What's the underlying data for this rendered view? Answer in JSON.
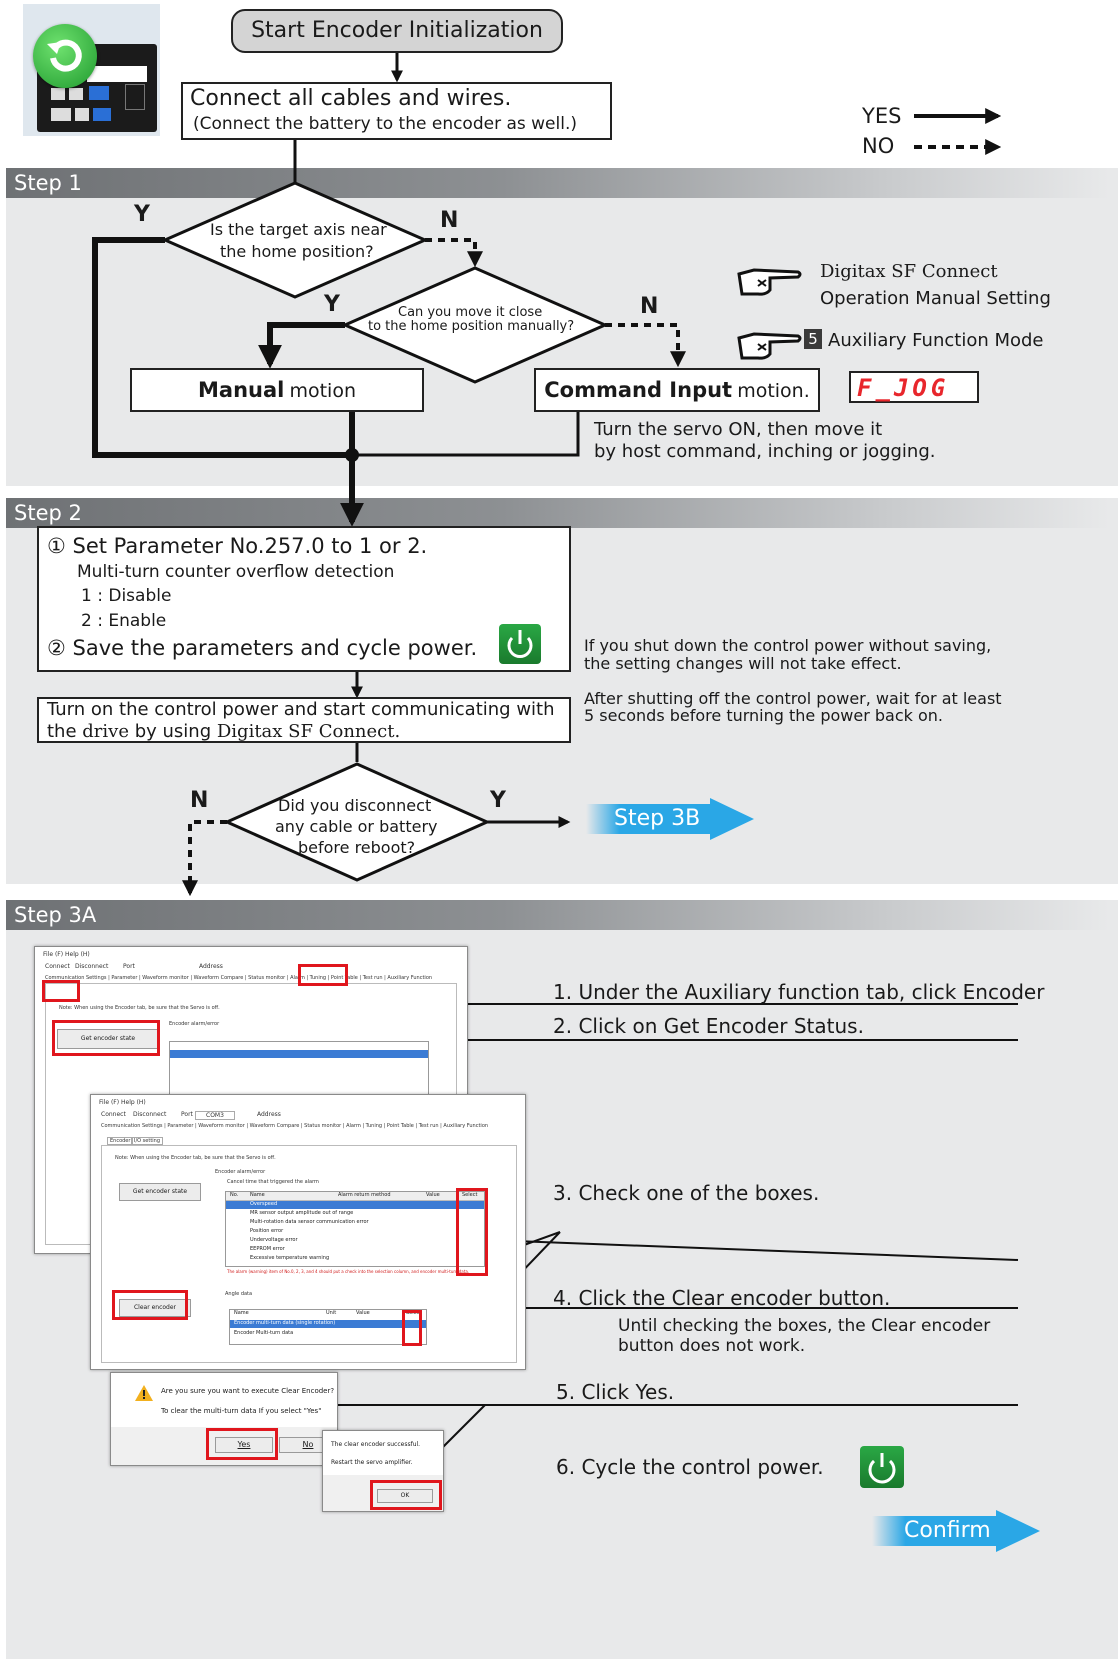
{
  "start_label": "Start Encoder Initialization",
  "connect_line1": "Connect all cables and wires.",
  "connect_line2": "(Connect the battery to the encoder as well.)",
  "legend": {
    "yes": "YES",
    "no": "NO"
  },
  "step1": {
    "title": "Step 1",
    "q1_line1": "Is the target axis near",
    "q1_line2": "the home position?",
    "q1_yes": "Y",
    "q1_no": "N",
    "q2_line1": "Can you move it close",
    "q2_line2": "to the home position manually?",
    "q2_yes": "Y",
    "q2_no": "N",
    "manual_bold": "Manual",
    "manual_rest": "motion",
    "command_bold": "Command Input",
    "command_rest": "motion.",
    "turn_line1": "Turn the servo ON, then move it",
    "turn_line2": "by host command, inching or jogging.",
    "ref1_line1": "Digitax SF Connect",
    "ref1_line2": "Operation Manual Setting",
    "ref2_num": "5",
    "ref2_text": "Auxiliary Function Mode",
    "display_text": "F_JOG"
  },
  "step2": {
    "title": "Step 2",
    "item1": "① Set Parameter No.257.0 to 1 or 2.",
    "item1_sub": "Multi-turn counter overflow detection",
    "opt1": "1 : Disable",
    "opt2": "2 : Enable",
    "item2": "② Save the parameters and cycle power.",
    "note1_line1": "If you shut down the control power without saving,",
    "note1_line2": "the setting changes will not take effect.",
    "power_line1": "Turn on the control power and start communicating with",
    "power_line2_a": "the ",
    "power_line2_b": "drive",
    "power_line2_c": " by using ",
    "power_line2_d": "Digitax SF Connect.",
    "note2_line1": "After shutting off the control power, wait for at least",
    "note2_line2": "5 seconds before turning the power back on.",
    "q3_line1": "Did you disconnect",
    "q3_line2": "any cable or battery",
    "q3_line3": "before reboot?",
    "q3_no": "N",
    "q3_yes": "Y",
    "step3b": "Step 3B"
  },
  "step3a": {
    "title": "Step 3A",
    "inst1": "1. Under the Auxiliary function tab, click Encoder",
    "inst2": "2. Click on Get Encoder Status.",
    "inst3": "3. Check one of the boxes.",
    "inst4": "4. Click the Clear encoder button.",
    "inst4_note1": "Until checking the boxes, the Clear encoder",
    "inst4_note2": "button does not work.",
    "inst5": "5. Click Yes.",
    "inst6": "6. Cycle the control power.",
    "confirm": "Confirm",
    "dialog1_text1": "Are you sure you want to execute Clear Encoder?",
    "dialog1_text2": "To clear the multi-turn data If you select \"Yes\"",
    "dialog1_yes": "Yes",
    "dialog1_no": "No",
    "dialog2_text1": "The clear encoder successful.",
    "dialog2_text2": "Restart the servo amplifier.",
    "dialog2_ok": "OK",
    "sw_menu": "File (F)   Help (H)",
    "sw_connect": "Connect",
    "sw_disconnect": "Disconnect",
    "sw_port": "Port",
    "sw_port_val": "COM3",
    "sw_address": "Address",
    "sw_tabs": "Communication Settings | Parameter | Waveform monitor | Waveform Compare | Status monitor | Alarm | Tuning | Point Table | Test run | Auxiliary Function",
    "sw_subtab1": "Encoder",
    "sw_subtab2": "I/O setting",
    "sw_note": "Note: When using the Encoder tab, be sure that the Servo is off.",
    "sw_get_btn": "Get encoder state",
    "sw_clear_btn": "Clear encoder",
    "sw_group1": "Encoder alarm/error",
    "sw_group1_sub": "Cancel time that triggered the alarm",
    "sw_group2": "Angle data",
    "sw_cols": [
      "No.",
      "Name",
      "Alarm return method",
      "Value",
      "Select"
    ],
    "sw_rows": [
      "Overspeed",
      "MR sensor output amplitude out of range",
      "Multi-rotation data sensor communication error",
      "Position error",
      "Undervoltage error",
      "EEPROM error",
      "Excessive temperature warning"
    ],
    "sw_angle_cols": [
      "Name",
      "Unit",
      "Value",
      "Select"
    ],
    "sw_angle_rows": [
      "Encoder multi-turn data (single rotation)",
      "Encoder Multi-turn data"
    ],
    "sw_warning": "The alarm (warning) item of No.0, 2, 3, and 4 should put a check into the selection column, and encoder multi-turn data."
  }
}
